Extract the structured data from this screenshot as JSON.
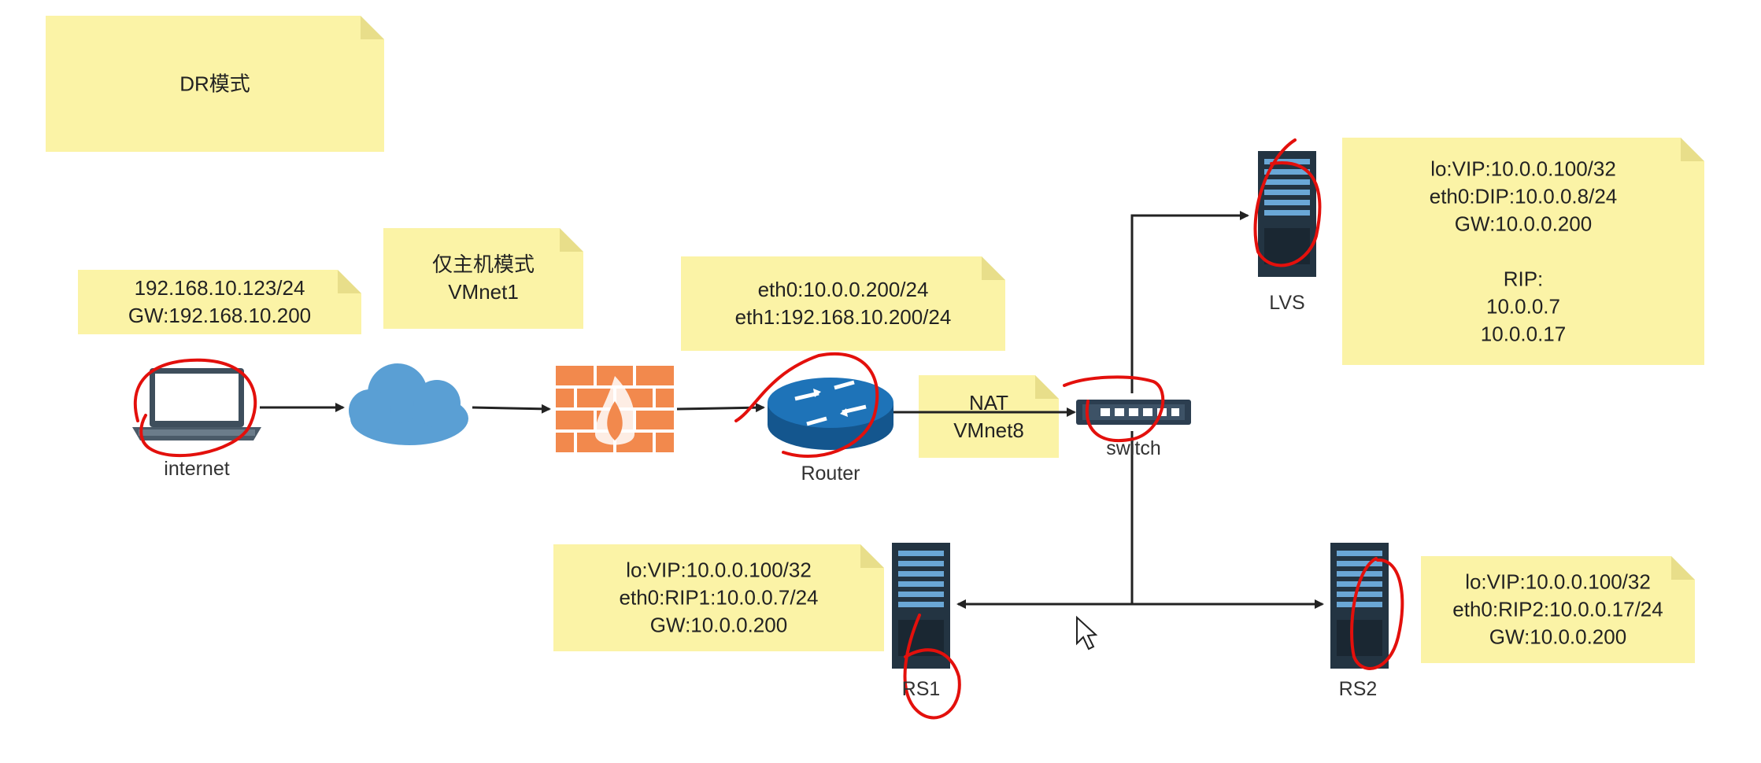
{
  "notes": {
    "mode": "DR模式",
    "client": "192.168.10.123/24\nGW:192.168.10.200",
    "hostonly": "仅主机模式\nVMnet1",
    "router": "eth0:10.0.0.200/24\neth1:192.168.10.200/24",
    "nat": "NAT\nVMnet8",
    "lvs": "lo:VIP:10.0.0.100/32\neth0:DIP:10.0.0.8/24\nGW:10.0.0.200\n\nRIP:\n10.0.0.7\n10.0.0.17",
    "rs1": "lo:VIP:10.0.0.100/32\neth0:RIP1:10.0.0.7/24\nGW:10.0.0.200",
    "rs2": "lo:VIP:10.0.0.100/32\neth0:RIP2:10.0.0.17/24\nGW:10.0.0.200"
  },
  "labels": {
    "internet": "internet",
    "router": "Router",
    "switch": "switch",
    "lvs": "LVS",
    "rs1": "RS1",
    "rs2": "RS2"
  },
  "colors": {
    "note": "#fbf3a6",
    "annotation": "#e3100c",
    "cloud": "#5a9fd4",
    "firewall": "#f2894d",
    "router": "#1e73b8",
    "server": "#233442"
  },
  "icons": [
    "laptop-icon",
    "cloud-icon",
    "firewall-icon",
    "router-icon",
    "switch-icon",
    "server-icon"
  ]
}
